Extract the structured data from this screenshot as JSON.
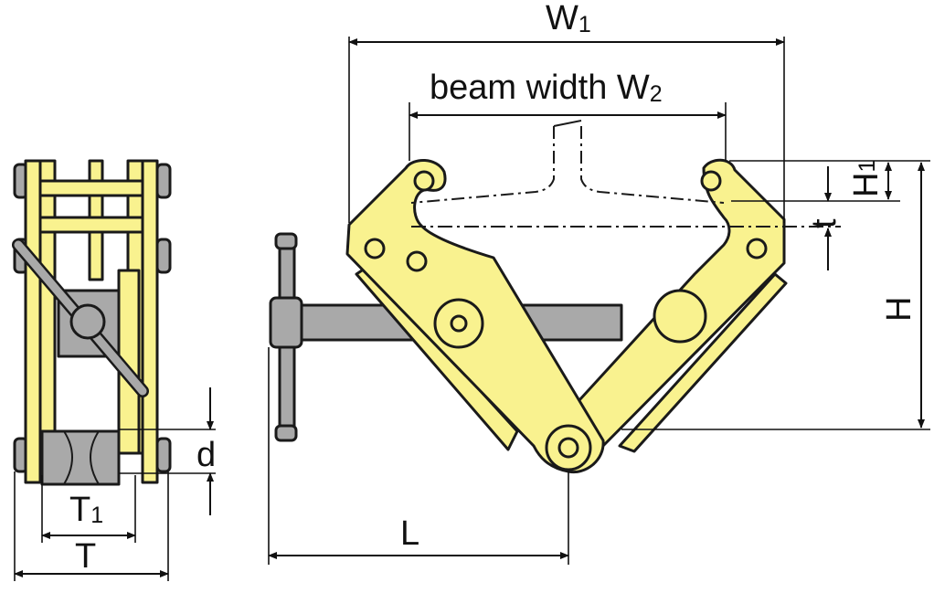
{
  "labels": {
    "W1": {
      "main": "W",
      "sub": "1"
    },
    "W2": {
      "prefix": "beam width ",
      "main": "W",
      "sub": "2"
    },
    "H1": {
      "main": "H",
      "sub": "1"
    },
    "t": "t",
    "H": "H",
    "d": "d",
    "T1": {
      "main": "T",
      "sub": "1"
    },
    "T": "T",
    "L": "L"
  },
  "colors": {
    "body_yellow": "#f9f28f",
    "metal_gray": "#a9a9a9",
    "outline": "#1a1a1a"
  }
}
